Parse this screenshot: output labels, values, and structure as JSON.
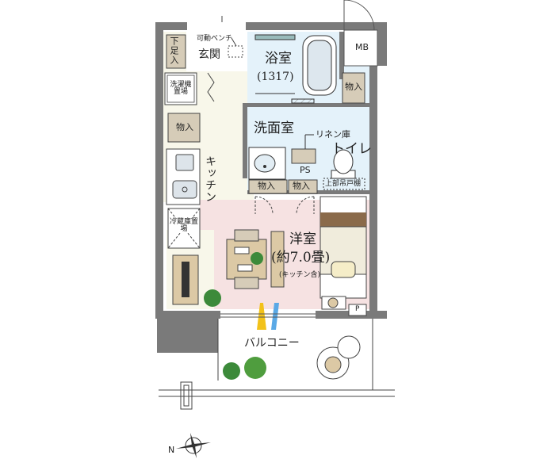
{
  "colors": {
    "wall": "#7a7a7a",
    "wall_dark": "#6b6b6b",
    "floor_kitchen": "#f8f7ea",
    "floor_wet": "#e4f2fa",
    "floor_western": "#f6e2e2",
    "storage": "#d6ccb8",
    "furniture_wood": "#dcc9a5",
    "bed_headboard": "#8a6a4a",
    "plant_green": "#3c8a3a",
    "window_blue": "#5aa9e6",
    "window_yellow": "#f2c21a"
  },
  "rooms": {
    "entrance": "玄関",
    "bench": "可動ベンチ",
    "shoe_closet": "下足入",
    "laundry": "洗濯機置場",
    "storage": "物入",
    "kitchen": "キッチン",
    "fridge": "冷蔵庫置場",
    "bath": "浴室",
    "bath_size": "(1317)",
    "washroom": "洗面室",
    "linen": "リネン庫",
    "toilet": "トイレ",
    "ps": "PS",
    "upper_cabinet": "上部吊戸棚",
    "mb": "MB",
    "western": "洋室",
    "western_area": "(約7.0畳)",
    "western_note": "(キッチン含)",
    "balcony": "バルコニー",
    "p": "P"
  },
  "compass": {
    "north_letter": "N"
  }
}
